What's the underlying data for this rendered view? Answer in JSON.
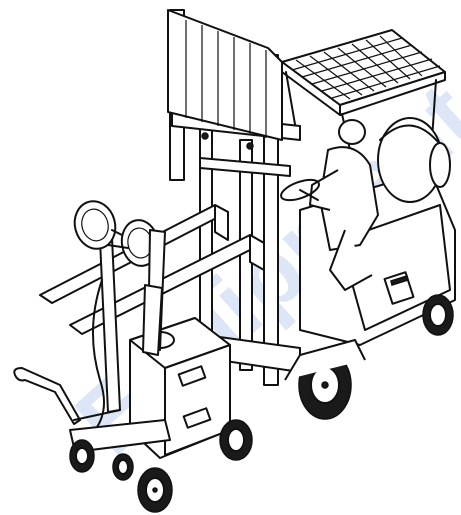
{
  "watermark": {
    "text": "Equipment",
    "color": "#dde6f6"
  },
  "illustration": {
    "style": "black line drawing on white",
    "subjects": [
      "forklift-truck",
      "portable-light-tower-cart"
    ]
  },
  "colors": {
    "background": "#ffffff",
    "line": "#111111"
  }
}
